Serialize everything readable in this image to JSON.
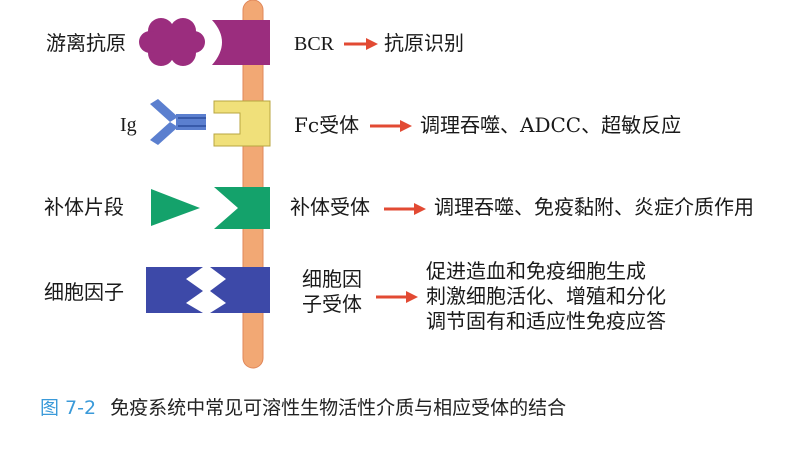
{
  "colors": {
    "membrane": "#f2a874",
    "membrane_edge": "#e0875a",
    "arrow": "#e24a33",
    "purple": "#9b2d7e",
    "yellow": "#f0e07a",
    "green": "#14a26b",
    "blue": "#3d49a8",
    "ig_blue": "#5b7fcf",
    "caption_accent": "#3a9ad9"
  },
  "rows": [
    {
      "ligand": "游离抗原",
      "receptor": "BCR",
      "function_lines": [
        "抗原识别"
      ]
    },
    {
      "ligand": "Ig",
      "receptor": "Fc受体",
      "function_lines": [
        "调理吞噬、ADCC、超敏反应"
      ]
    },
    {
      "ligand": "补体片段",
      "receptor": "补体受体",
      "function_lines": [
        "调理吞噬、免疫黏附、炎症介质作用"
      ]
    },
    {
      "ligand": "细胞因子",
      "receptor_lines": [
        "细胞因",
        "子受体"
      ],
      "function_lines": [
        "促进造血和免疫细胞生成",
        "刺激细胞活化、增殖和分化",
        "调节固有和适应性免疫应答"
      ]
    }
  ],
  "caption": {
    "figure_number": "图 7-2",
    "text": "免疫系统中常见可溶性生物活性介质与相应受体的结合"
  }
}
